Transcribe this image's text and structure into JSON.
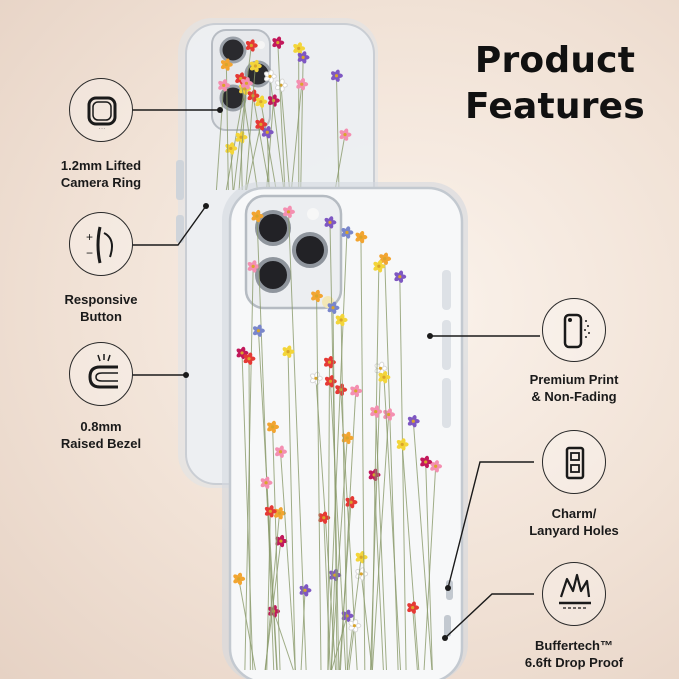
{
  "title": {
    "line1": "Product",
    "line2": "Features"
  },
  "features": [
    {
      "id": "camera-ring",
      "icon": "camera-ring-icon",
      "line1": "1.2mm Lifted",
      "line2": "Camera Ring"
    },
    {
      "id": "button",
      "icon": "responsive-button-icon",
      "line1": "Responsive",
      "line2": "Button"
    },
    {
      "id": "bezel",
      "icon": "raised-bezel-icon",
      "line1": "0.8mm",
      "line2": "Raised Bezel"
    },
    {
      "id": "print",
      "icon": "premium-print-icon",
      "line1": "Premium Print",
      "line2": "& Non-Fading"
    },
    {
      "id": "lanyard",
      "icon": "lanyard-holes-icon",
      "line1": "Charm/",
      "line2": "Lanyard Holes"
    },
    {
      "id": "drop",
      "icon": "drop-proof-icon",
      "line1": "Buffertech™",
      "line2": "6.6ft Drop Proof"
    }
  ],
  "colors": {
    "text": "#111111",
    "line": "#1a1a1a",
    "stem": "#8a9a6a",
    "flowers": [
      "#f2a531",
      "#f3d53a",
      "#c2185b",
      "#7e57c2",
      "#7986cb",
      "#f48fb1",
      "#ffffff",
      "#e53935"
    ]
  }
}
